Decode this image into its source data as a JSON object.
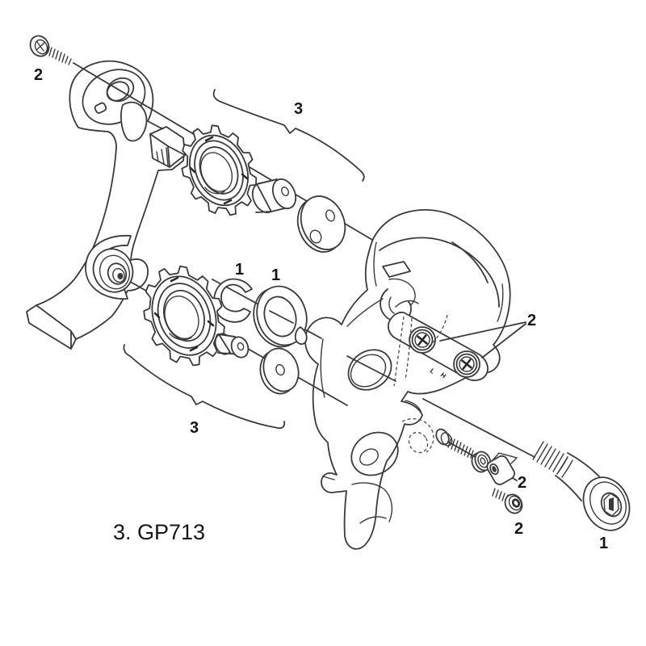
{
  "title": "3. GP713",
  "diagram": {
    "type": "exploded-parts-diagram",
    "subject": "bicycle rear derailleur",
    "background": "#ffffff",
    "line_color": "#3a3a3a",
    "callouts": [
      {
        "label": "2",
        "part": "pulley-bolt"
      },
      {
        "label": "3",
        "part": "upper-pulley-assembly"
      },
      {
        "label": "1",
        "part": "circlip"
      },
      {
        "label": "1",
        "part": "seal-ring"
      },
      {
        "label": "3",
        "part": "lower-pulley-assembly"
      },
      {
        "label": "2",
        "part": "limit-screws"
      },
      {
        "label": "2",
        "part": "cable-anchor-bolt"
      },
      {
        "label": "2",
        "part": "clamp-screw"
      },
      {
        "label": "1",
        "part": "mounting-bolt"
      }
    ],
    "limit_marks": [
      "L",
      "H"
    ]
  }
}
